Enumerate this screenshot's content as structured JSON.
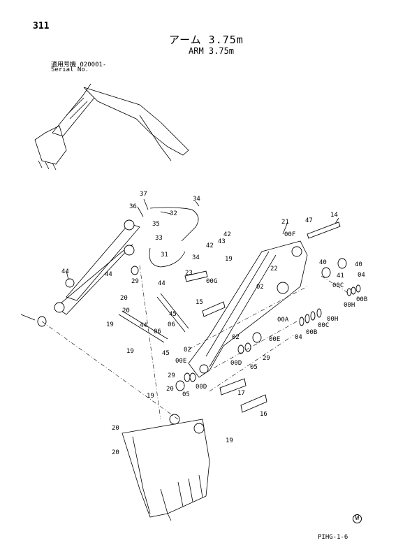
{
  "page_number": "311",
  "title_jp": "アーム 3.75m",
  "title_en": "ARM 3.75m",
  "serial_label_jp": "適用号機 020001-",
  "serial_label_en": "Serial No.",
  "drawing_code": "PIHG-1-6",
  "mark": "W",
  "callouts": [
    "37",
    "36",
    "35",
    "32",
    "34",
    "33",
    "31",
    "34",
    "42",
    "43",
    "42",
    "19",
    "21",
    "00F",
    "47",
    "14",
    "44",
    "44",
    "29",
    "44",
    "23",
    "00G",
    "22",
    "02",
    "40",
    "41",
    "40",
    "00C",
    "04",
    "00B",
    "00H",
    "20",
    "20",
    "15",
    "19",
    "44",
    "45",
    "06",
    "06",
    "00A",
    "19",
    "02",
    "45",
    "00E",
    "00E",
    "00D",
    "05",
    "29",
    "02",
    "00C",
    "00B",
    "00H",
    "04",
    "29",
    "20",
    "00D",
    "05",
    "19",
    "17",
    "16",
    "20",
    "20",
    "19"
  ]
}
